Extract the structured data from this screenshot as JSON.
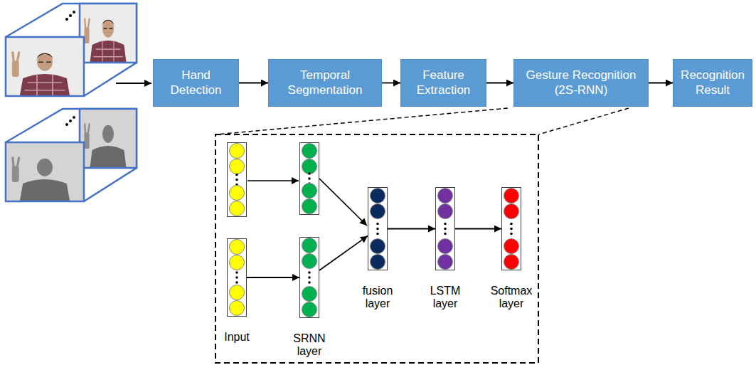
{
  "diagram": {
    "nodes": [
      {
        "text": [
          "Hand Detection"
        ]
      },
      {
        "text": [
          "Temporal Segmentation"
        ]
      },
      {
        "text": [
          "Feature Extraction"
        ]
      },
      {
        "text": [
          "Gesture Recognition (2S-RNN)"
        ]
      },
      {
        "text": [
          "Recognition Result"
        ]
      },
      {
        "text": [
          "Input"
        ]
      },
      {
        "text": [
          "SRNN layer"
        ]
      },
      {
        "text": [
          "fusion layer"
        ]
      },
      {
        "text": [
          "LSTM layer"
        ]
      },
      {
        "text": [
          "Softmax layer"
        ]
      }
    ],
    "edges": [
      {
        "from": 0,
        "to": 1,
        "arrow": "to"
      },
      {
        "from": 1,
        "to": 2,
        "arrow": "to"
      },
      {
        "from": 2,
        "to": 3,
        "arrow": "to"
      },
      {
        "from": 3,
        "to": 4,
        "arrow": "to"
      },
      {
        "from": 5,
        "to": 6,
        "arrow": "to"
      },
      {
        "from": 6,
        "to": 7,
        "arrow": "to"
      },
      {
        "from": 7,
        "to": 8,
        "arrow": "to"
      },
      {
        "from": 8,
        "to": 9,
        "arrow": "to"
      }
    ]
  }
}
